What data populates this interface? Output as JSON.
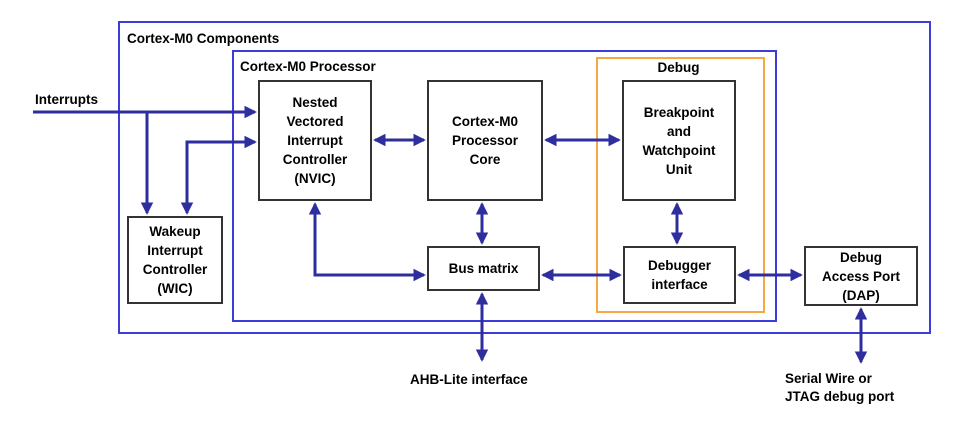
{
  "colors": {
    "blue": "#3c3cd8",
    "orange": "#f5a843",
    "arrow": "#2e2e9e",
    "node_border": "#333333",
    "text": "#000000"
  },
  "containers": {
    "components": {
      "label": "Cortex-M0 Components"
    },
    "processor": {
      "label": "Cortex-M0 Processor"
    },
    "debug": {
      "label": "Debug"
    }
  },
  "nodes": {
    "nvic": {
      "label": "Nested\nVectored\nInterrupt\nController\n(NVIC)"
    },
    "core": {
      "label": "Cortex-M0\nProcessor\nCore"
    },
    "breakpoint_watchpoint": {
      "label": "Breakpoint\nand\nWatchpoint\nUnit"
    },
    "wic": {
      "label": "Wakeup\nInterrupt\nController\n(WIC)"
    },
    "bus_matrix": {
      "label": "Bus matrix"
    },
    "debugger_interface": {
      "label": "Debugger\ninterface"
    },
    "dap": {
      "label": "Debug\nAccess Port\n(DAP)"
    }
  },
  "external_labels": {
    "interrupts": "Interrupts",
    "ahb": "AHB-Lite interface",
    "serial_wire": "Serial Wire or\nJTAG debug port"
  }
}
